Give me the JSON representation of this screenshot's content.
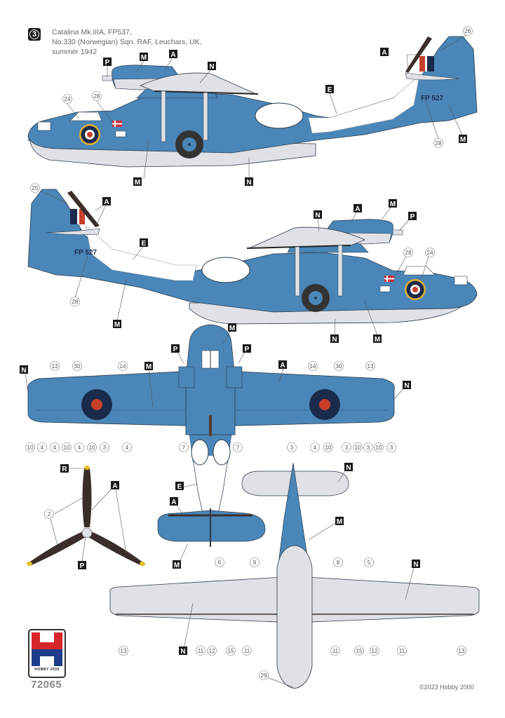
{
  "header": {
    "profile_number": "3",
    "caption_lines": [
      "Catalina Mk.IIIA, FP537,",
      "No.330 (Norwegian) Sqn. RAF, Leuchars, UK,",
      "summer 1942"
    ]
  },
  "aircraft": {
    "serial": "FP 527",
    "colors": {
      "upper_blue": "#4a86b8",
      "underside_grey": "#dfe1e6",
      "white": "#ffffff",
      "roundel_dark_blue": "#1a2a4a",
      "roundel_red": "#c8402a",
      "roundel_yellow": "#e0b230",
      "prop_brown": "#3a2e2c",
      "prop_tip_yellow": "#e8c020",
      "outline": "#2a3a4a"
    }
  },
  "color_keys": {
    "A": "A",
    "E": "E",
    "M": "M",
    "N": "N",
    "P": "P",
    "R": "R"
  },
  "decal_numbers": {
    "n2": "2",
    "n3": "3",
    "n4": "4",
    "n5": "5",
    "n6": "6",
    "n7": "7",
    "n8": "8",
    "n9": "9",
    "n10": "10",
    "n11": "11",
    "n12": "12",
    "n13": "13",
    "n14": "14",
    "n15": "15",
    "n24": "24",
    "n25": "25",
    "n26": "26",
    "n28": "28",
    "n29": "29",
    "n30": "30"
  },
  "views": {
    "left_side": "left-side-profile",
    "right_side": "right-side-profile",
    "top": "top-view",
    "bottom": "bottom-view",
    "tailplane_top": "tailplane-top-view",
    "tailplane_bottom": "tailplane-bottom-view",
    "propeller": "propeller-view"
  },
  "footer": {
    "brand": "HOBBY 2000",
    "brand_letter": "H",
    "kit_number": "72065",
    "copyright": "©2023 Hobby 2000"
  }
}
